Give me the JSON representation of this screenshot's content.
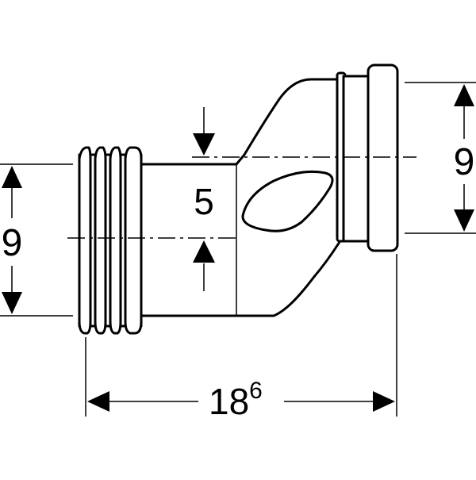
{
  "dimensions": {
    "left_height": "9",
    "right_height": "9",
    "offset": "5",
    "length_main": "18",
    "length_sup": "6"
  }
}
